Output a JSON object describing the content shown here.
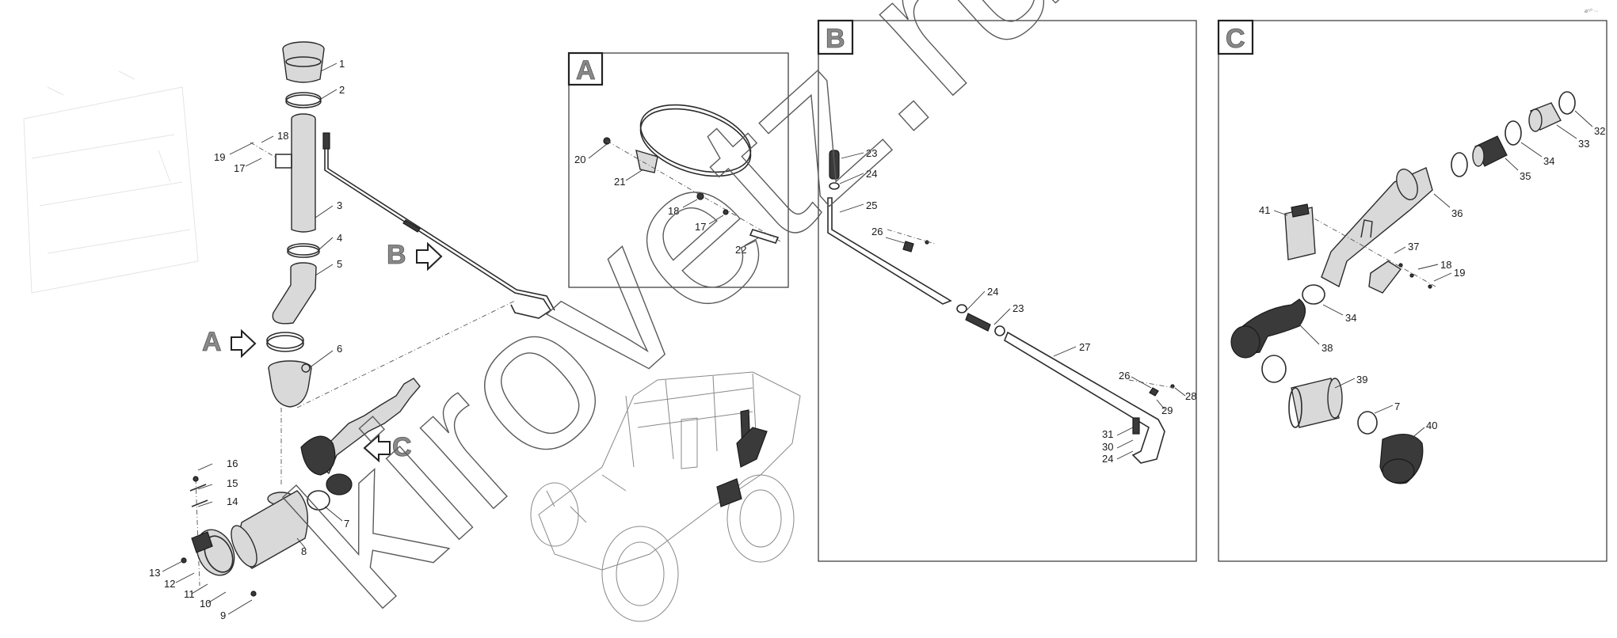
{
  "watermark": "kirovetz.ru",
  "corner_code": "⌀⁵⁰ ∙∙∙",
  "main_labels": [
    "1",
    "2",
    "18",
    "19",
    "17",
    "3",
    "4",
    "5",
    "6",
    "7",
    "8",
    "16",
    "15",
    "14",
    "13",
    "12",
    "11",
    "10",
    "9"
  ],
  "callouts": {
    "A": "A",
    "B": "B",
    "C": "C"
  },
  "panel_a": {
    "tag": "A",
    "labels": [
      "20",
      "21",
      "18",
      "17",
      "22"
    ]
  },
  "panel_b": {
    "tag": "B",
    "labels": [
      "23",
      "24",
      "25",
      "26",
      "24",
      "23",
      "27",
      "26",
      "28",
      "29",
      "31",
      "30",
      "24"
    ]
  },
  "panel_c": {
    "tag": "C",
    "labels": [
      "32",
      "33",
      "34",
      "35",
      "36",
      "41",
      "37",
      "18",
      "19",
      "34",
      "38",
      "39",
      "7",
      "40"
    ]
  }
}
